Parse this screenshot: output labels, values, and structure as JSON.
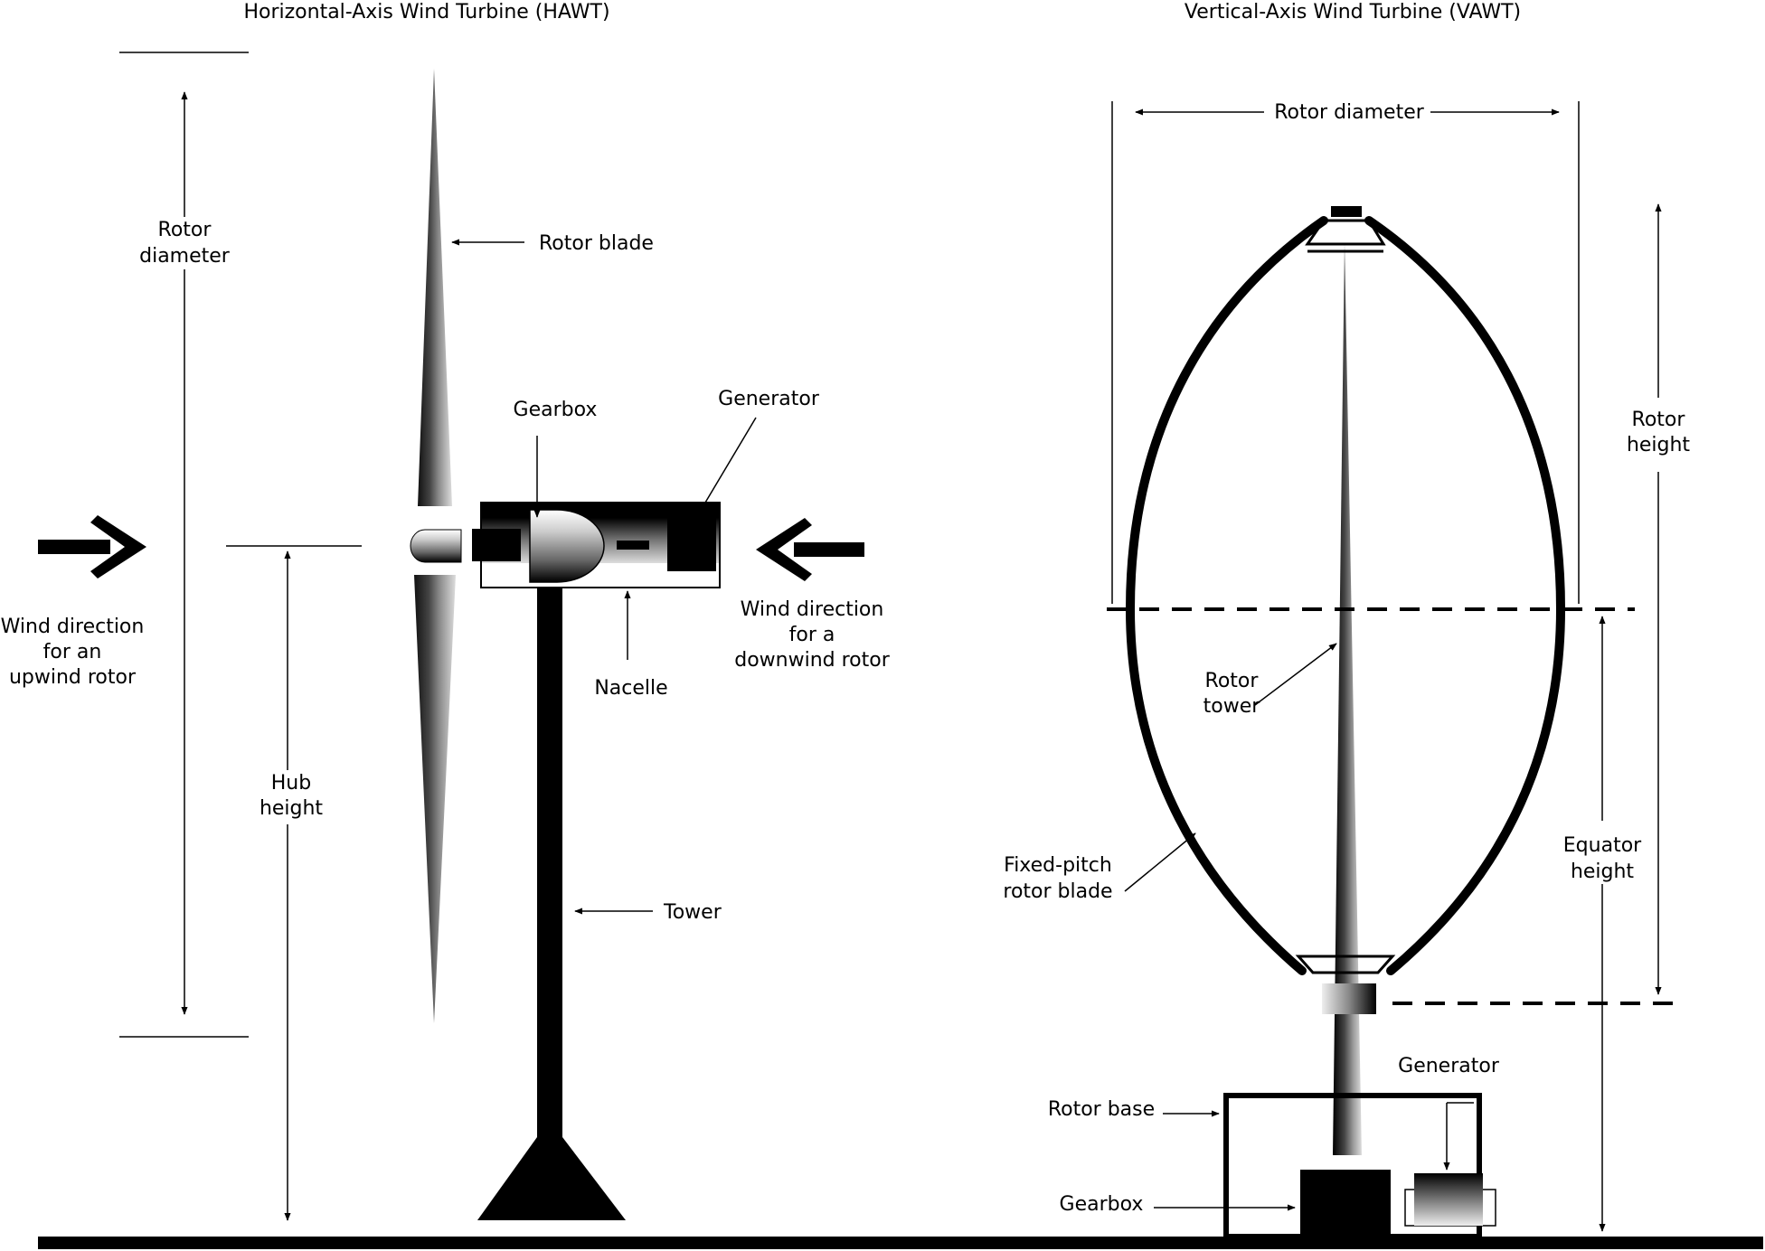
{
  "hawt": {
    "title": "Horizontal-Axis Wind Turbine (HAWT)",
    "labels": {
      "rotor_diameter": [
        "Rotor",
        "diameter"
      ],
      "rotor_blade": "Rotor blade",
      "gearbox": "Gearbox",
      "generator": "Generator",
      "hub_height": [
        "Hub",
        "height"
      ],
      "wind_upwind": [
        "Wind direction",
        "for an",
        "upwind rotor"
      ],
      "wind_downwind": [
        "Wind direction",
        "for a",
        "downwind rotor"
      ],
      "nacelle": "Nacelle",
      "tower": "Tower"
    }
  },
  "vawt": {
    "title": "Vertical-Axis Wind Turbine (VAWT)",
    "labels": {
      "rotor_diameter": "Rotor diameter",
      "rotor_height": [
        "Rotor",
        "height"
      ],
      "rotor_tower": [
        "Rotor",
        "tower"
      ],
      "equator_height": [
        "Equator",
        "height"
      ],
      "fixed_pitch_blade": [
        "Fixed-pitch",
        "rotor blade"
      ],
      "generator": "Generator",
      "rotor_base": "Rotor base",
      "gearbox": "Gearbox"
    }
  }
}
